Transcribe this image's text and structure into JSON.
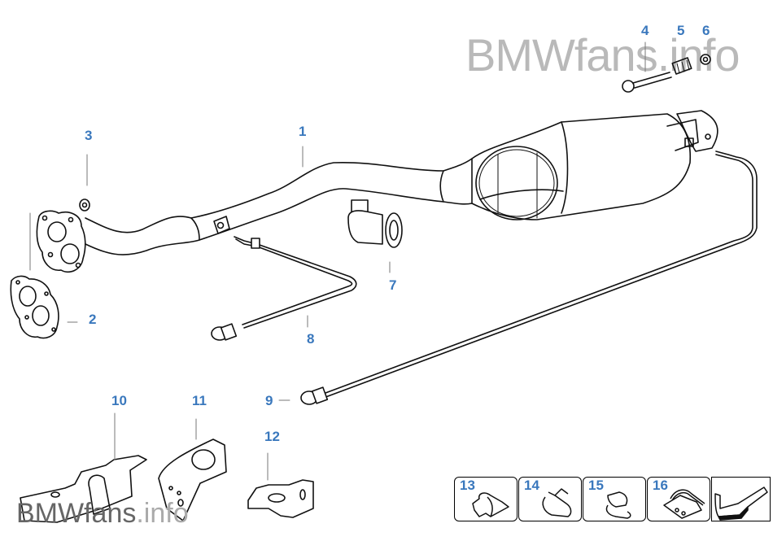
{
  "watermark": {
    "top": "BMWfans.info",
    "bottom_main": "BMWfans",
    "bottom_suffix": ".info"
  },
  "callouts": [
    {
      "id": "1",
      "part": "exhaust-pipe-with-catalytic-converter"
    },
    {
      "id": "2",
      "part": "gasket"
    },
    {
      "id": "3",
      "part": "nut"
    },
    {
      "id": "4",
      "part": "bolt"
    },
    {
      "id": "5",
      "part": "spring"
    },
    {
      "id": "6",
      "part": "nut"
    },
    {
      "id": "7",
      "part": "rubber-mount"
    },
    {
      "id": "8",
      "part": "oxygen-sensor-front"
    },
    {
      "id": "9",
      "part": "oxygen-sensor-rear"
    },
    {
      "id": "10",
      "part": "bracket"
    },
    {
      "id": "11",
      "part": "bracket"
    },
    {
      "id": "12",
      "part": "bracket"
    }
  ],
  "thumbnails": [
    {
      "id": "13",
      "icon": "clip-icon"
    },
    {
      "id": "14",
      "icon": "clip-icon"
    },
    {
      "id": "15",
      "icon": "clip-icon"
    },
    {
      "id": "16",
      "icon": "cable-clip-icon"
    },
    {
      "id": "",
      "icon": "arrow-icon"
    }
  ],
  "colors": {
    "callout": "#3a78bd",
    "line_art": "#111111",
    "watermark": "#b9b9b9"
  }
}
